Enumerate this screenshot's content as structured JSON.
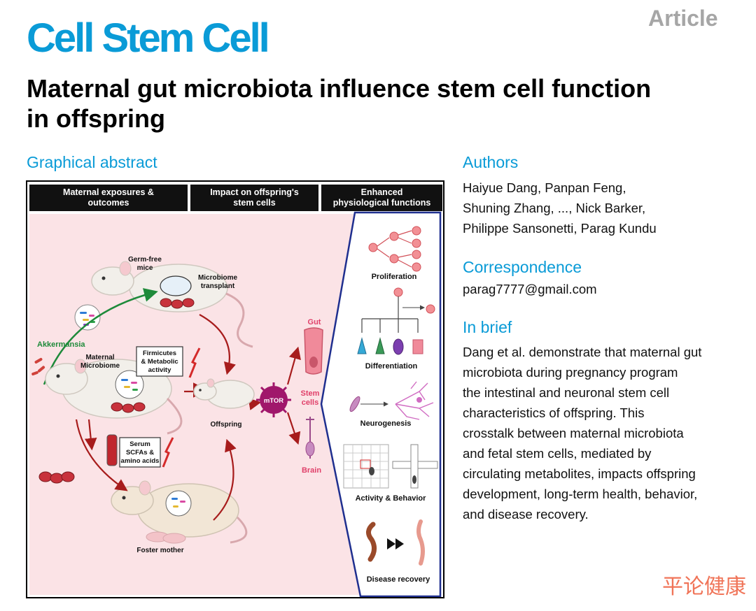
{
  "header": {
    "journal": "Cell Stem Cell",
    "article_type": "Article"
  },
  "title": "Maternal gut microbiota influence stem cell function in offspring",
  "title_lines": [
    "Maternal gut microbiota influence stem cell function",
    "in offspring"
  ],
  "graphical_abstract": {
    "heading": "Graphical abstract",
    "columns": [
      {
        "line1": "Maternal exposures &",
        "line2": "outcomes"
      },
      {
        "line1": "Impact on offspring's",
        "line2": "stem cells"
      },
      {
        "line1": "Enhanced",
        "line2": "physiological functions"
      }
    ],
    "labels": {
      "germ_free_1": "Germ-free",
      "germ_free_2": "mice",
      "microbiome_transplant_1": "Microbiome",
      "microbiome_transplant_2": "transplant",
      "akkermansia": "Akkermansia",
      "maternal_microbiome_1": "Maternal",
      "maternal_microbiome_2": "Microbiome",
      "firmicutes_1": "Firmicutes",
      "firmicutes_2": "& Metabolic",
      "firmicutes_3": "activity",
      "serum_1": "Serum",
      "serum_2": "SCFAs &",
      "serum_3": "amino acids",
      "foster_mother": "Foster mother",
      "offspring": "Offspring",
      "mtor": "mTOR",
      "stem_cells_1": "Stem",
      "stem_cells_2": "cells",
      "gut": "Gut",
      "brain": "Brain"
    },
    "functions": [
      "Proliferation",
      "Differentiation",
      "Neurogenesis",
      "Activity & Behavior",
      "Disease recovery"
    ]
  },
  "authors": {
    "heading": "Authors",
    "lines": [
      "Haiyue Dang, Panpan Feng,",
      "Shuning Zhang, ..., Nick Barker,",
      "Philippe Sansonetti, Parag Kundu"
    ]
  },
  "correspondence": {
    "heading": "Correspondence",
    "email": "parag7777@gmail.com"
  },
  "in_brief": {
    "heading": "In brief",
    "lines": [
      "Dang et al. demonstrate that maternal gut",
      "microbiota during pregnancy program",
      "the intestinal and neuronal stem cell",
      "characteristics of offspring. This",
      "crosstalk between maternal microbiota",
      "and fetal stem cells, mediated by",
      "circulating metabolites, impacts offspring",
      "development, long-term health, behavior,",
      "and disease recovery."
    ]
  },
  "watermark": "平论健康",
  "colors": {
    "brand": "#0a9bd7",
    "muted": "#a6a6a6",
    "panel_pink": "#fbe3e6",
    "arrow_red": "#a71c1c",
    "arrow_green": "#1e8a3a",
    "functions_border": "#1f2f8f",
    "mtor": "#a0176b",
    "label_red": "#e0406a"
  }
}
